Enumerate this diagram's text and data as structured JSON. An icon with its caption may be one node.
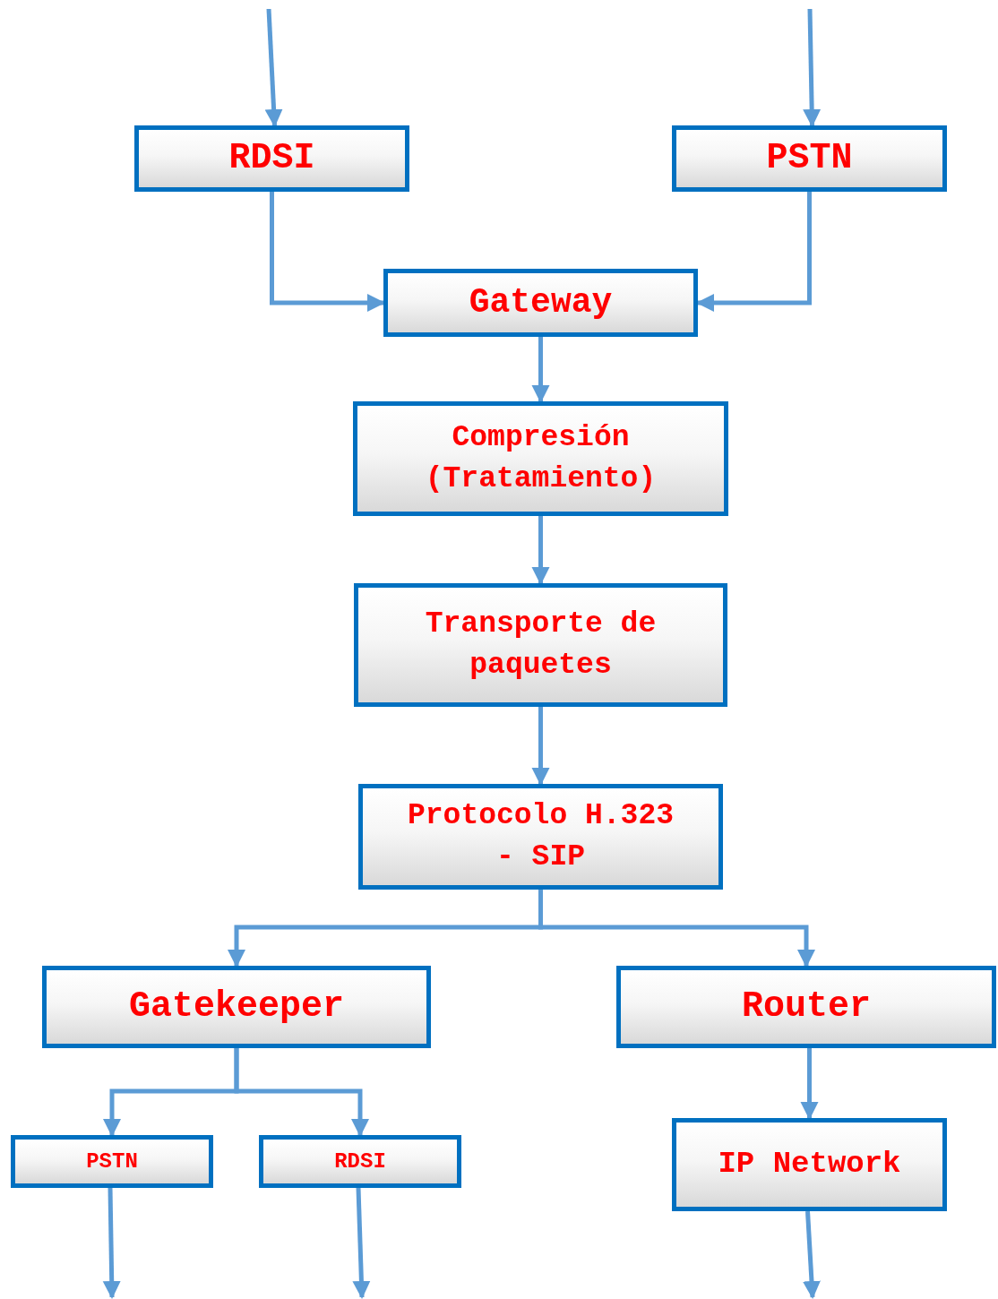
{
  "diagram": {
    "nodes": [
      {
        "text": [
          "RDSI"
        ]
      },
      {
        "text": [
          "PSTN"
        ]
      },
      {
        "text": [
          "Gateway"
        ]
      },
      {
        "text": [
          "Compresión (Tratamiento)"
        ]
      },
      {
        "text": [
          "Transporte de paquetes"
        ]
      },
      {
        "text": [
          "Protocolo H.323 - SIP"
        ]
      },
      {
        "text": [
          "Gatekeeper"
        ]
      },
      {
        "text": [
          "Router"
        ]
      },
      {
        "text": [
          "PSTN"
        ]
      },
      {
        "text": [
          "RDSI"
        ]
      },
      {
        "text": [
          "IP Network"
        ]
      }
    ],
    "edges": [
      {
        "from": null,
        "to": 0,
        "arrow": "to"
      },
      {
        "from": null,
        "to": 1,
        "arrow": "to"
      },
      {
        "from": 0,
        "to": 2,
        "arrow": "to"
      },
      {
        "from": 1,
        "to": 2,
        "arrow": "to"
      },
      {
        "from": 2,
        "to": 3,
        "arrow": "to"
      },
      {
        "from": 3,
        "to": 4,
        "arrow": "to"
      },
      {
        "from": 4,
        "to": 5,
        "arrow": "to"
      },
      {
        "from": 5,
        "to": 6,
        "arrow": "to"
      },
      {
        "from": 5,
        "to": 7,
        "arrow": "to"
      },
      {
        "from": 6,
        "to": 8,
        "arrow": "to"
      },
      {
        "from": 6,
        "to": 9,
        "arrow": "to"
      },
      {
        "from": 7,
        "to": 10,
        "arrow": "to"
      },
      {
        "from": 8,
        "to": null,
        "arrow": "to"
      },
      {
        "from": 9,
        "to": null,
        "arrow": "to"
      },
      {
        "from": 10,
        "to": null,
        "arrow": "to"
      }
    ]
  }
}
